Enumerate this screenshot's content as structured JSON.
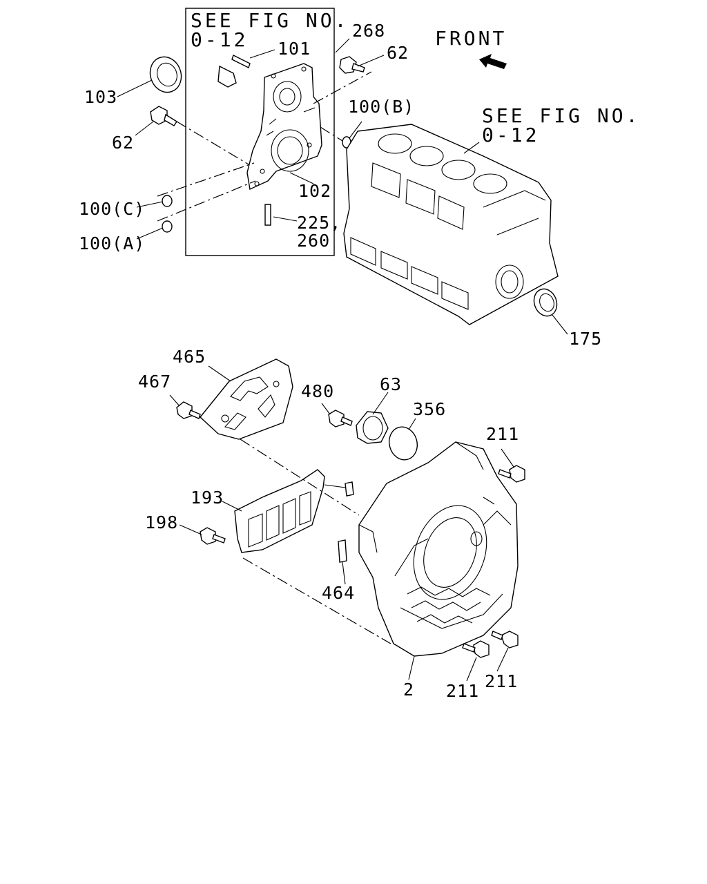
{
  "callouts": {
    "see_fig_1": "SEE FIG NO.\n0-12",
    "see_fig_2": "SEE FIG NO.\n0-12",
    "front": "FRONT",
    "p268": "268",
    "p101": "101",
    "p62_top": "62",
    "p103": "103",
    "p62_left": "62",
    "p100b": "100(B)",
    "p100c": "100(C)",
    "p100a": "100(A)",
    "p102": "102",
    "p225_260": "225,\n260",
    "p175": "175",
    "p465": "465",
    "p467": "467",
    "p480": "480",
    "p63": "63",
    "p356": "356",
    "p211_top": "211",
    "p193": "193",
    "p198": "198",
    "p464": "464",
    "p2": "2",
    "p211_bl": "211",
    "p211_br": "211"
  },
  "icons": {
    "front_arrow": "front-arrow-icon"
  }
}
